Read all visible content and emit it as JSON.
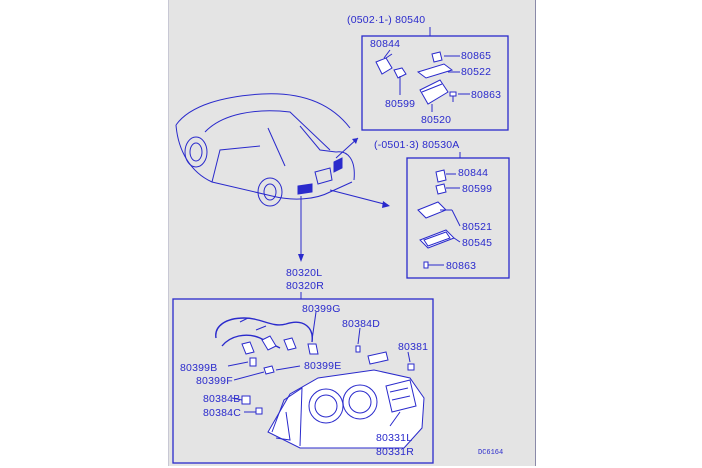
{
  "diagram": {
    "variant_a_header": "(0502·1-)  80540",
    "variant_b_header": "(-0501·3)  80530A",
    "tail_lamp_left": "80320L",
    "tail_lamp_right": "80320R",
    "code": "DC6164",
    "parts_a": [
      "80844",
      "80865",
      "80522",
      "80599",
      "80863",
      "80520"
    ],
    "parts_b": [
      "80844",
      "80599",
      "80521",
      "80545",
      "80863"
    ],
    "parts_c": [
      "80399G",
      "80384D",
      "80381",
      "80399B",
      "80399E",
      "80399F",
      "80384B",
      "80384C",
      "80331L",
      "80331R"
    ]
  }
}
